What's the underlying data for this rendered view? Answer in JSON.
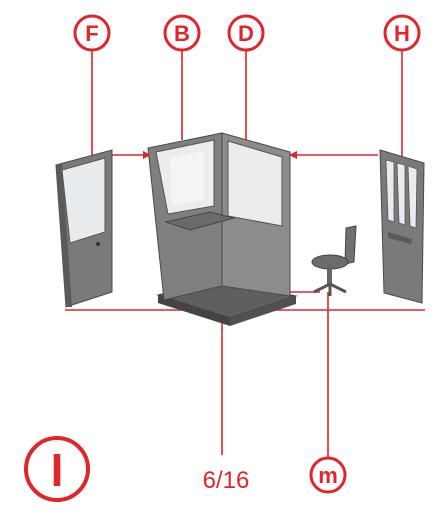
{
  "callouts": {
    "f": "F",
    "b": "B",
    "d": "D",
    "h": "H",
    "m": "m"
  },
  "step_marker": "I",
  "page_counter": "6/16",
  "colors": {
    "accent": "#e0252b",
    "part_dark": "#6a6a6a",
    "part_mid": "#8a8a8a",
    "part_light": "#b5b5b5",
    "glass": "#e8ecef"
  }
}
